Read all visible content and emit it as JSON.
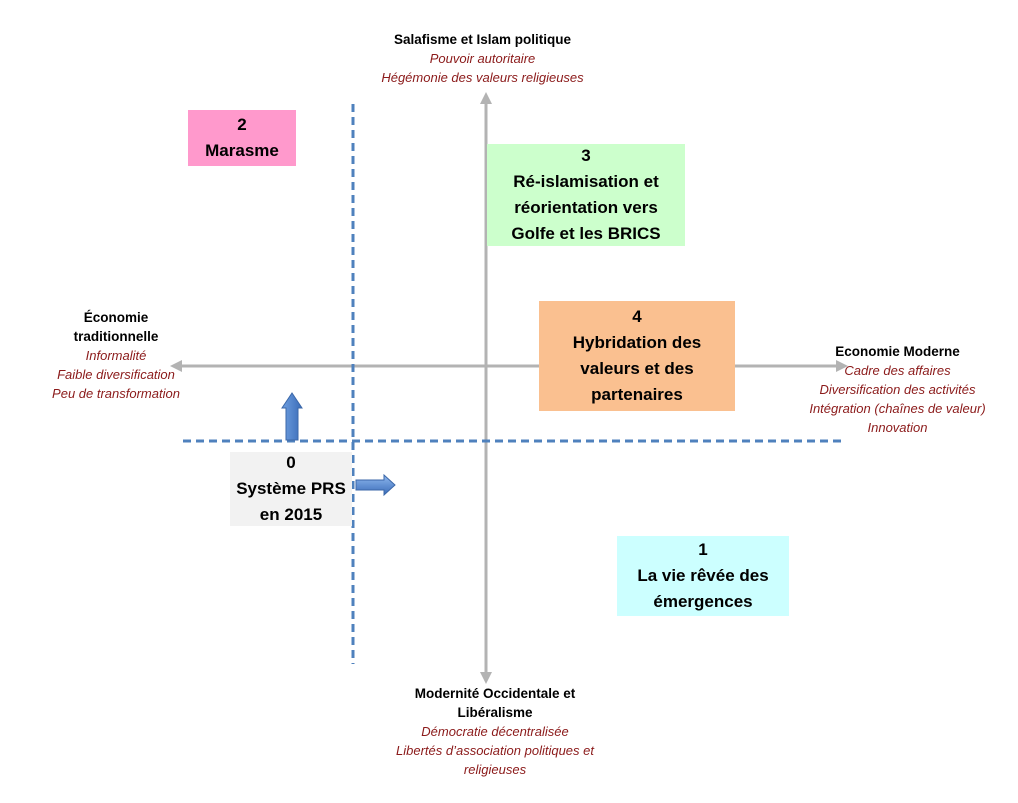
{
  "axes": {
    "top": {
      "title": "Salafisme  et Islam politique",
      "items": [
        "Pouvoir autoritaire",
        "Hégémonie des valeurs religieuses"
      ]
    },
    "bottom": {
      "title": [
        "Modernité Occidentale et",
        "Libéralisme"
      ],
      "items": [
        "Démocratie décentralisée",
        "Libertés d’association politiques et",
        "religieuses"
      ]
    },
    "left": {
      "title": [
        "Économie",
        "traditionnelle"
      ],
      "items": [
        "Informalité",
        "Faible diversification",
        "Peu de transformation"
      ]
    },
    "right": {
      "title": "Economie Moderne",
      "items": [
        "Cadre des affaires",
        "Diversification des activités",
        "Intégration (chaînes de valeur)",
        "Innovation"
      ]
    }
  },
  "scenarios": [
    {
      "number": "0",
      "lines": [
        "Système PRS",
        "en 2015"
      ],
      "color": "#f2f2f2"
    },
    {
      "number": "1",
      "lines": [
        "La vie rêvée des",
        "émergences"
      ],
      "color": "#ccffff"
    },
    {
      "number": "2",
      "lines": [
        "Marasme"
      ],
      "color": "#ff99cc"
    },
    {
      "number": "3",
      "lines": [
        "Ré-islamisation et",
        "réorientation vers",
        "Golfe et les BRICS"
      ],
      "color": "#ccffcc"
    },
    {
      "number": "4",
      "lines": [
        "Hybridation des",
        "valeurs et des",
        "partenaires"
      ],
      "color": "#fac090"
    }
  ],
  "colors": {
    "axis": "#b3b3b3",
    "dashed": "#4f81bd",
    "arrow_fill": "#4f81bd",
    "subtitle": "#8b1a1a"
  }
}
